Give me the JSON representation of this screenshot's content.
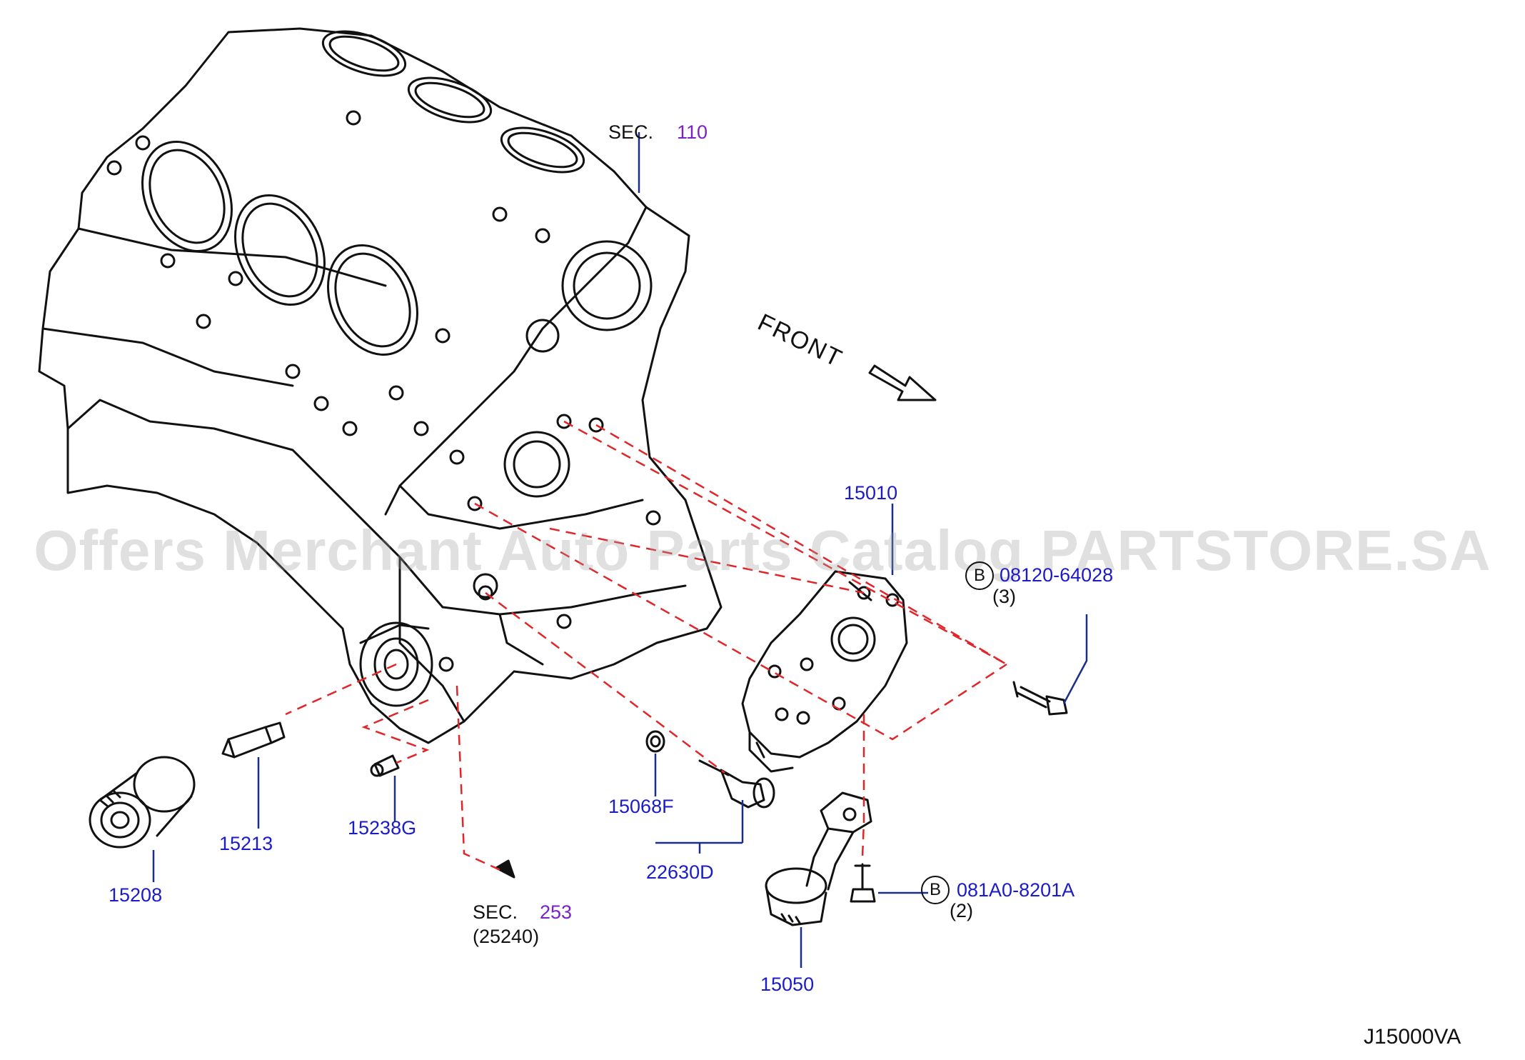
{
  "watermark": "Offers Merchant Auto Parts Catalog PARTSTORE.SA",
  "diagram_code": "J15000VA",
  "front_label": "FRONT",
  "sections": [
    {
      "prefix": "SEC.",
      "number": "110",
      "sub": ""
    },
    {
      "prefix": "SEC.",
      "number": "253",
      "sub": "(25240)"
    }
  ],
  "parts": [
    {
      "number": "15010"
    },
    {
      "number": "08120-64028",
      "bolt_marker": "B",
      "qty": "(3)"
    },
    {
      "number": "15208"
    },
    {
      "number": "15213"
    },
    {
      "number": "15238G"
    },
    {
      "number": "15068F"
    },
    {
      "number": "22630D"
    },
    {
      "number": "15050"
    },
    {
      "number": "081A0-8201A",
      "bolt_marker": "B",
      "qty": "(2)"
    }
  ],
  "colors": {
    "part_label": "#1b1bc8",
    "section_number": "#7a22c9",
    "leader_line": "#1a2f8a",
    "dashed_guide": "#e0262a",
    "line_art": "#111111"
  }
}
